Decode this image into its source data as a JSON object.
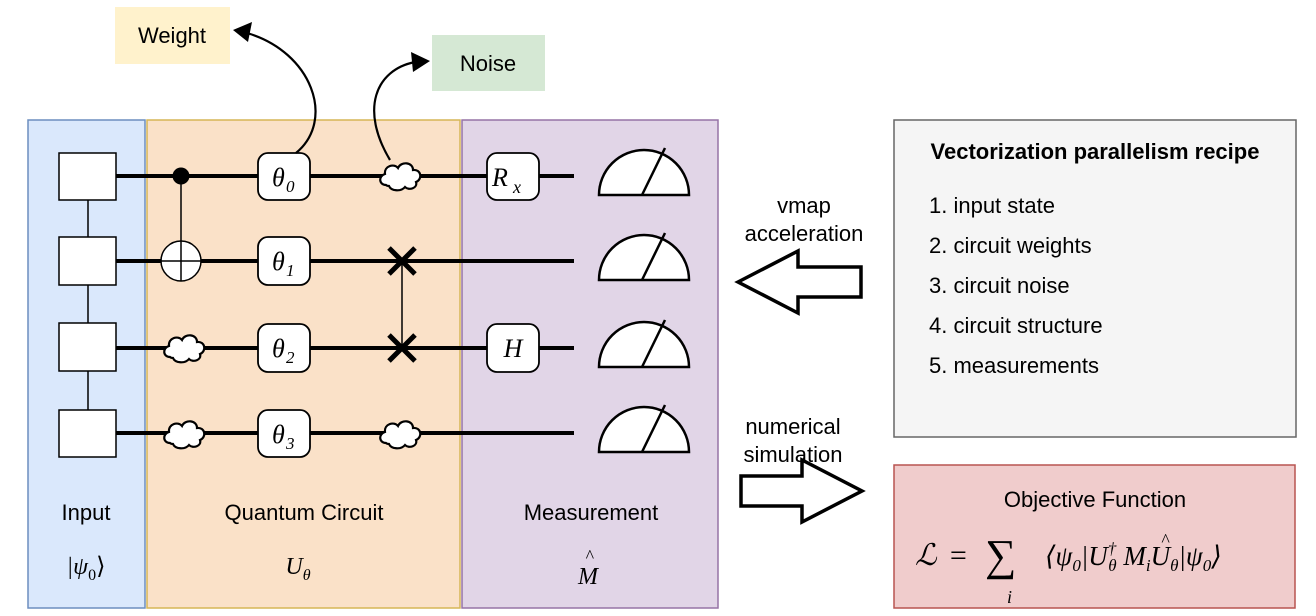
{
  "callouts": {
    "weight": "Weight",
    "noise": "Noise"
  },
  "panels": {
    "input": {
      "label": "Input",
      "math": "|ψ₀⟩",
      "color": "#dae8fc"
    },
    "circuit": {
      "label": "Quantum Circuit",
      "math": "Uθ",
      "color": "#fae1c8"
    },
    "measurement": {
      "label": "Measurement",
      "math": "M̂",
      "color": "#e1d5e7"
    }
  },
  "gates": {
    "theta": [
      "θ0",
      "θ1",
      "θ2",
      "θ3"
    ],
    "rx": "Rx",
    "h": "H"
  },
  "arrows": {
    "vmap": [
      "vmap",
      "acceleration"
    ],
    "numerical": [
      "numerical",
      "simulation"
    ]
  },
  "recipe": {
    "title": "Vectorization parallelism recipe",
    "items": [
      "1. input state",
      "2. circuit weights",
      "3. circuit noise",
      "4. circuit structure",
      "5. measurements"
    ],
    "color": "#f5f5f5"
  },
  "objective": {
    "title": "Objective Function",
    "formula": "ℒ = Σi ⟨ψ0|Uθ† M̂i Uθ|ψ0⟩",
    "color": "#f0cccc"
  }
}
